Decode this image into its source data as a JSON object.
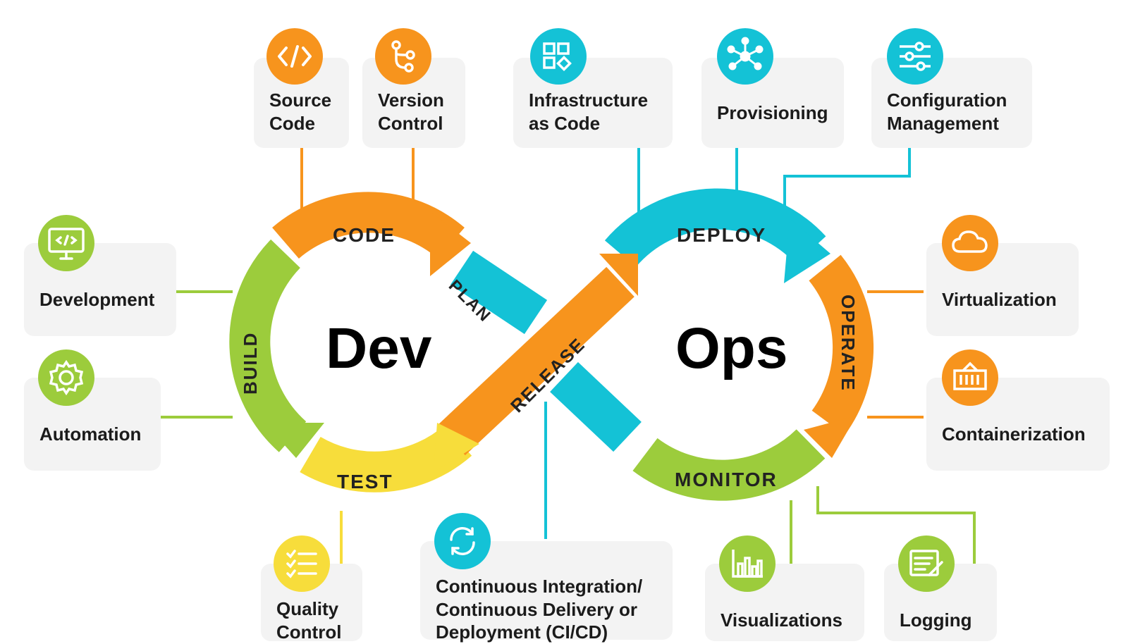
{
  "colors": {
    "orange": "#f7941d",
    "teal": "#14c2d6",
    "green": "#9ccc3c",
    "yellow": "#f7dd3b",
    "card": "#f3f3f3",
    "text": "#1b1b1b"
  },
  "center": {
    "dev": "Dev",
    "ops": "Ops"
  },
  "loop": {
    "code": "CODE",
    "plan": "PLAN",
    "build": "BUILD",
    "test": "TEST",
    "release": "RELEASE",
    "deploy": "DEPLOY",
    "operate": "OPERATE",
    "monitor": "MONITOR"
  },
  "cards": {
    "source_code": {
      "label": "Source\nCode",
      "icon": "code-brackets-icon"
    },
    "version_control": {
      "label": "Version\nControl",
      "icon": "git-branch-icon"
    },
    "iac": {
      "label": "Infrastructure\nas Code",
      "icon": "infrastructure-icon"
    },
    "provisioning": {
      "label": "Provisioning",
      "icon": "network-hub-icon"
    },
    "config_mgmt": {
      "label": "Configuration\nManagement",
      "icon": "sliders-icon"
    },
    "development": {
      "label": "Development",
      "icon": "monitor-code-icon"
    },
    "automation": {
      "label": "Automation",
      "icon": "gear-icon"
    },
    "virtualization": {
      "label": "Virtualization",
      "icon": "cloud-icon"
    },
    "containerization": {
      "label": "Containerization",
      "icon": "container-icon"
    },
    "quality_control": {
      "label": "Quality\nControl",
      "icon": "checklist-icon"
    },
    "cicd": {
      "label": "Continuous Integration/\nContinuous Delivery or\nDeployment (CI/CD)",
      "icon": "refresh-icon"
    },
    "visualizations": {
      "label": "Visualizations",
      "icon": "bar-chart-icon"
    },
    "logging": {
      "label": "Logging",
      "icon": "log-edit-icon"
    }
  }
}
